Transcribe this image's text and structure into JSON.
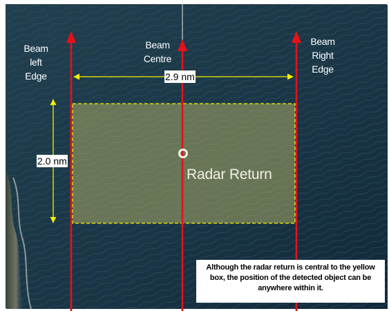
{
  "labels": {
    "beam_left": "Beam\nleft\nEdge",
    "beam_centre": "Beam\nCentre",
    "beam_right": "Beam\nRight\nEdge",
    "width_dimension": "2.9 nm",
    "height_dimension": "2.0 nm",
    "radar_return": "Radar Return"
  },
  "note": "Although the radar return is central to the yellow box, the position of the detected object can be anywhere within it.",
  "colors": {
    "sea": "#1d3a4c",
    "beam_line": "#e8101a",
    "dimension_arrow": "#f5f000",
    "uncertainty_box_fill": "#c8c46a",
    "uncertainty_box_border": "#f5f000",
    "radar_marker": "#f4f0e4"
  }
}
